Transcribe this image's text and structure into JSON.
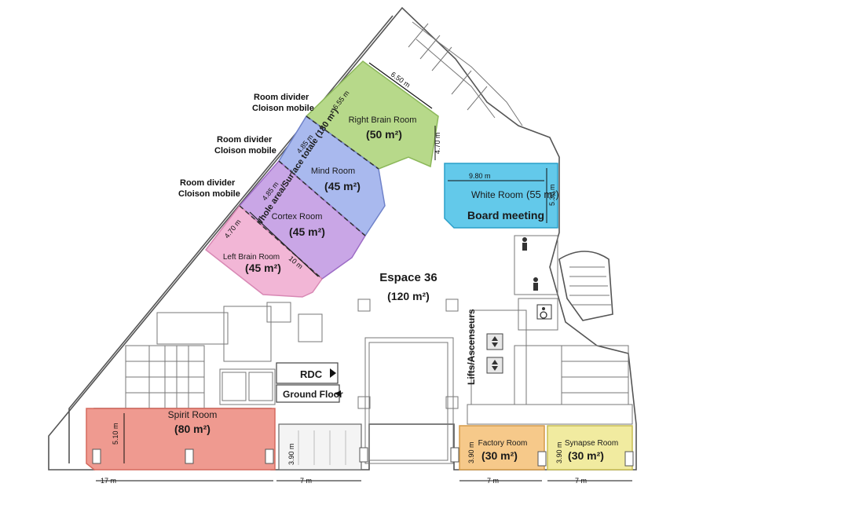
{
  "rooms": {
    "right_brain": {
      "name": "Right Brain Room",
      "area": "(50 m²)",
      "dim_top": "6.50 m",
      "dim_side": "4.70 m",
      "dim_inner": "6.55 m",
      "color": "#b7d98a"
    },
    "mind": {
      "name": "Mind Room",
      "area": "(45 m²)",
      "dim": "4.85 m",
      "color": "#a9b9ee"
    },
    "cortex": {
      "name": "Cortex Room",
      "area": "(45 m²)",
      "dim": "4.85 m",
      "color": "#c9a6e6"
    },
    "left_brain": {
      "name": "Left Brain Room",
      "area": "(45 m²)",
      "dim": "4.70 m",
      "color": "#f2b6d6"
    },
    "white": {
      "name": "White Room",
      "area": "(55 m²)",
      "subtitle": "Board meeting",
      "dim_w": "9.80 m",
      "dim_h": "5.30 m",
      "color": "#63c9ea"
    },
    "spirit": {
      "name": "Spirit Room",
      "area": "(80 m²)",
      "dim_h": "5.10 m",
      "dim_w": "17 m",
      "color": "#ef9a90"
    },
    "factory": {
      "name": "Factory Room",
      "area": "(30 m²)",
      "dim_h": "3.90 m",
      "dim_w": "7 m",
      "color": "#f6c98a"
    },
    "synapse": {
      "name": "Synapse Room",
      "area": "(30 m²)",
      "dim_h": "3.90 m",
      "dim_w": "7 m",
      "color": "#f1eba0"
    },
    "small": {
      "dim_h": "3.90 m",
      "dim_w": "7 m"
    }
  },
  "whole_area": "Whole area/Surface totale (180 m²)",
  "length_10": "10 m",
  "espace": {
    "name": "Espace 36",
    "area": "(120 m²)"
  },
  "dividers": [
    {
      "line1": "Room divider",
      "line2": "Cloison mobile"
    },
    {
      "line1": "Room divider",
      "line2": "Cloison mobile"
    },
    {
      "line1": "Room divider",
      "line2": "Cloison mobile"
    }
  ],
  "lifts": "Lifts/Ascenseurs",
  "rdc": "RDC",
  "ground_floor": "Ground Floor",
  "icons": [
    "elevator-icon",
    "toilet-icon",
    "wheelchair-icon",
    "arrow-right-icon",
    "arrow-left-icon"
  ]
}
